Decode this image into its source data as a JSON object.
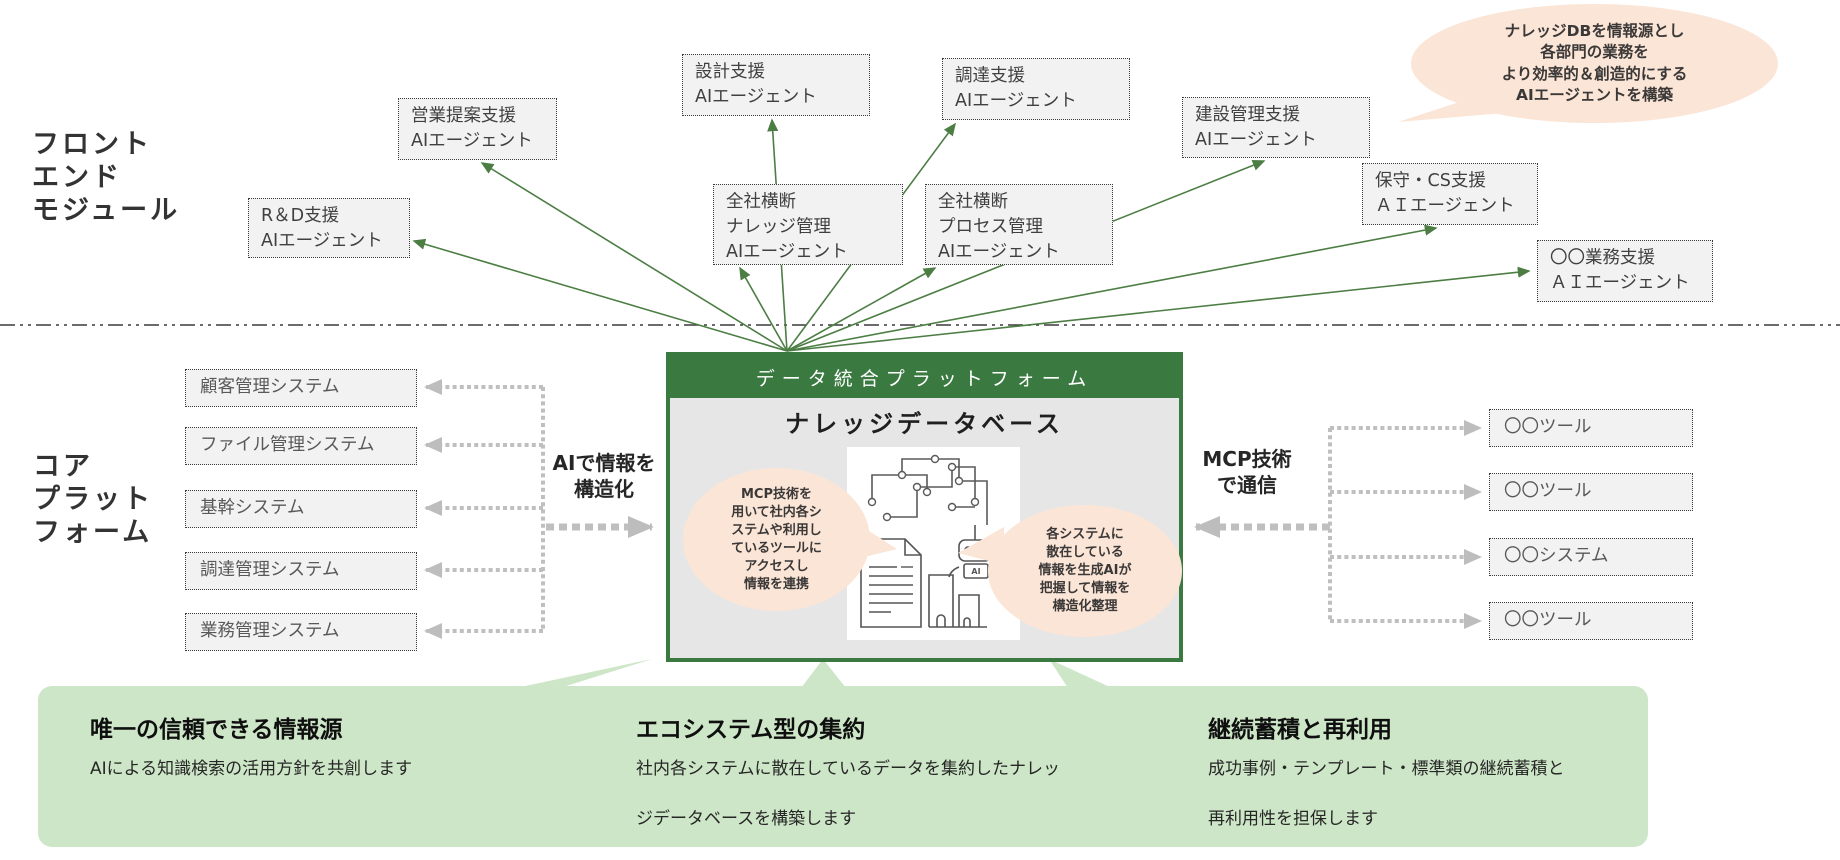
{
  "sections": {
    "frontend_label": "フロント\nエンド\nモジュール",
    "core_label": "コア\nプラット\nフォーム"
  },
  "agents": [
    {
      "label": "R＆D支援\nAIエージェント"
    },
    {
      "label": "営業提案支援\nAIエージェント"
    },
    {
      "label": "設計支援\nAIエージェント"
    },
    {
      "label": "調達支援\nAIエージェント"
    },
    {
      "label": "建設管理支援\nAIエージェント"
    },
    {
      "label": "保守・CS支援\nＡＩエージェント"
    },
    {
      "label": "〇〇業務支援\nＡＩエージェント"
    },
    {
      "label": "全社横断\nナレッジ管理\nAIエージェント"
    },
    {
      "label": "全社横断\nプロセス管理\nAIエージェント"
    }
  ],
  "speech_bubble": "ナレッジDBを情報源とし\n各部門の業務を\nより効率的＆創造的にする\nAIエージェントを構築",
  "platform": {
    "header": "データ統合プラットフォーム",
    "title": "ナレッジデータベース",
    "left_bubble": "MCP技術を\n用いて社内各シ\nステムや利用し\nているツールに\nアクセスし\n情報を連携",
    "right_bubble": "各システムに\n散在している\n情報を生成AIが\n把握して情報を\n構造化整理",
    "ai_badge": "AI"
  },
  "flow_labels": {
    "left": "AIで情報を\n構造化",
    "right": "MCP技術\nで通信"
  },
  "systems": [
    "顧客管理システム",
    "ファイル管理システム",
    "基幹システム",
    "調達管理システム",
    "業務管理システム"
  ],
  "tools": [
    "〇〇ツール",
    "〇〇ツール",
    "〇〇システム",
    "〇〇ツール"
  ],
  "footer": [
    {
      "heading": "唯一の信頼できる情報源",
      "body": "AIによる知識検索の活用方針を共創します"
    },
    {
      "heading": "エコシステム型の集約",
      "body": "社内各システムに散在しているデータを集約したナレッ\nジデータベースを構築します"
    },
    {
      "heading": "継続蓄積と再利用",
      "body": "成功事例・テンプレート・標準類の継続蓄積と\n再利用性を担保します"
    }
  ],
  "colors": {
    "platform_green": "#3A7A40",
    "arrow_green": "#4C7E44",
    "footer_green": "#CDE6C7",
    "bubble_peach": "#FBE5D6",
    "box_gray": "#F2F2F2",
    "connector_gray": "#BFBFBF"
  }
}
